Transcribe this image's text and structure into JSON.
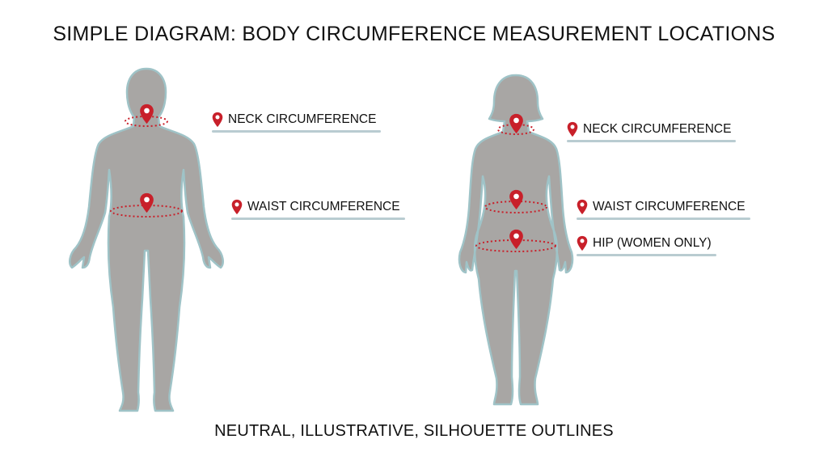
{
  "title": "SIMPLE DIAGRAM: BODY CIRCUMFERENCE MEASUREMENT LOCATIONS",
  "footer": "NEUTRAL, ILLUSTRATIVE, SILHOUETTE OUTLINES",
  "colors": {
    "silhouette": "#a8a6a4",
    "outline": "#9fc3c7",
    "marker": "#c8202a",
    "underline": "#b9ccd1"
  },
  "male": {
    "labels": {
      "neck": "NECK CIRCUMFERENCE",
      "waist": "WAIST CIRCUMFERENCE"
    }
  },
  "female": {
    "labels": {
      "neck": "NECK CIRCUMFERENCE",
      "waist": "WAIST CIRCUMFERENCE",
      "hip": "HIP (WOMEN ONLY)"
    }
  },
  "icons": {
    "marker": "map-pin-icon"
  }
}
